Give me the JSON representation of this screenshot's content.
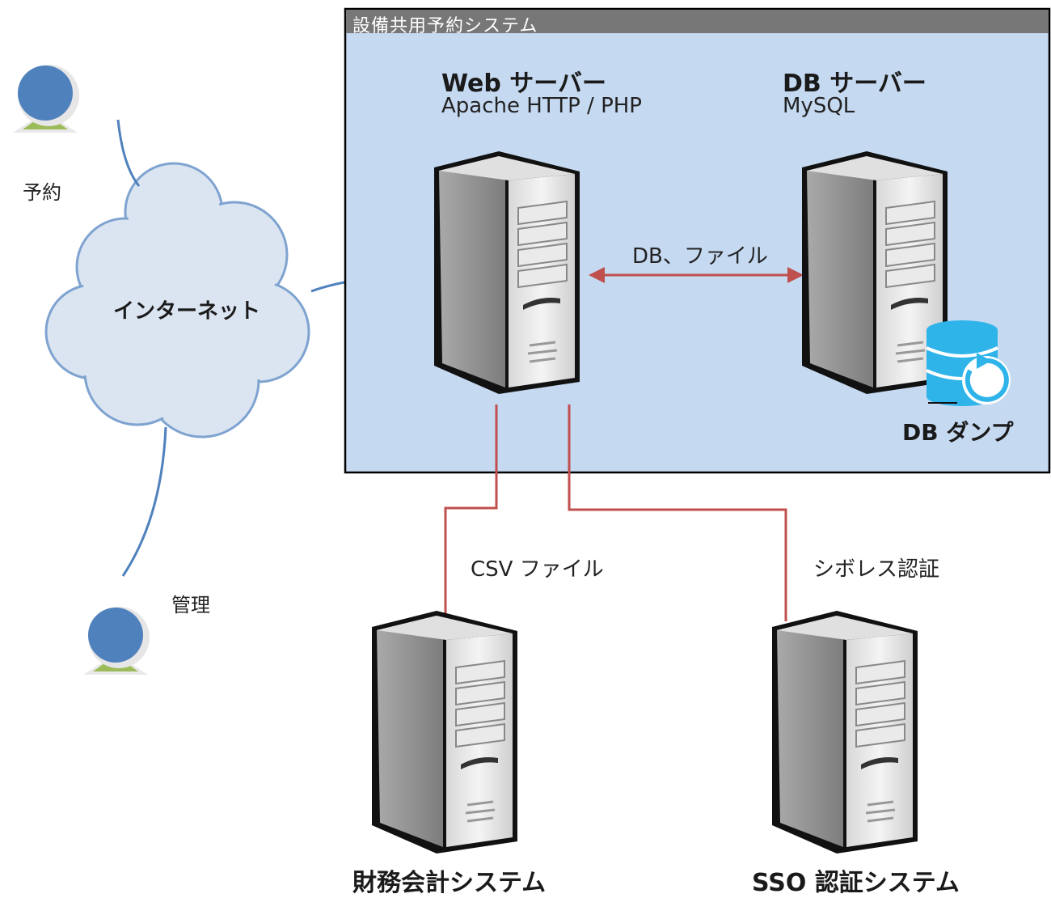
{
  "system_box": {
    "title": "設備共用予約システム"
  },
  "web_server": {
    "title": "Web サーバー",
    "subtitle": "Apache HTTP / PHP"
  },
  "db_server": {
    "title": "DB サーバー",
    "subtitle": "MySQL"
  },
  "db_dump": {
    "label": "DB ダンプ"
  },
  "internet": {
    "label": "インターネット"
  },
  "users": {
    "reserve_label": "予約",
    "admin_label": "管理"
  },
  "connections": {
    "web_db": "DB、ファイル",
    "csv": "CSV ファイル",
    "shibboleth": "シボレス認証"
  },
  "external": {
    "finance": "財務会計システム",
    "sso": "SSO 認証システム"
  },
  "colors": {
    "system_box_fill": "#c5d9f1",
    "system_title_bar": "#777777",
    "link_red": "#c0504d",
    "link_blue": "#4f81bd",
    "person_head": "#4f81bd",
    "person_body": "#9bbb59",
    "db_icon": "#2fb4ea"
  }
}
